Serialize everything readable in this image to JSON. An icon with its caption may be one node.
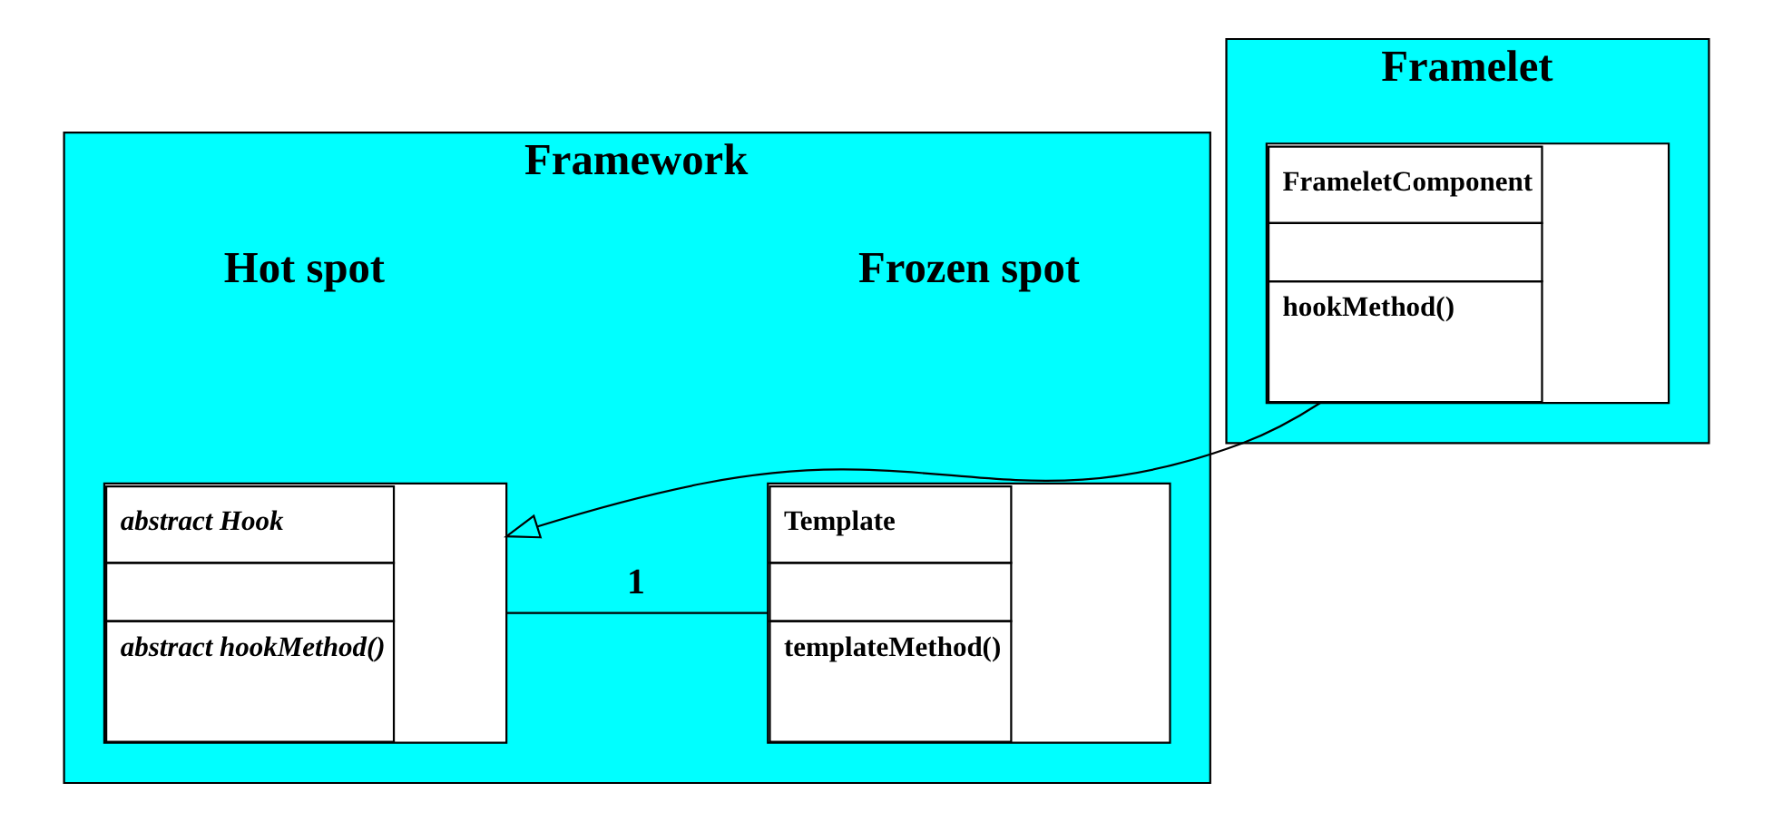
{
  "diagram": {
    "nodes": [
      {
        "text": [
          "Framework"
        ]
      },
      {
        "text": [
          "Template",
          "templateMethod()"
        ],
        "in": 0
      },
      {
        "text": [
          "abstract Hook",
          "abstract hookMethod()"
        ],
        "in": 0
      },
      {
        "text": [
          "Framelet"
        ]
      },
      {
        "text": [
          "FrameletComponent",
          "hookMethod()"
        ],
        "in": 3
      }
    ],
    "edges": [
      {
        "from": 1,
        "to": 2,
        "arrow": "none",
        "label": "1"
      },
      {
        "from": 4,
        "to": 2,
        "arrow": "to"
      }
    ],
    "labels": [
      "Frozen spot",
      "Hot spot"
    ]
  }
}
